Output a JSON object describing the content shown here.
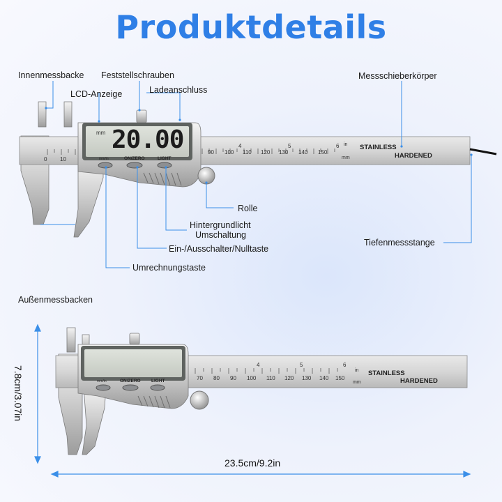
{
  "title": "Produktdetails",
  "labels": {
    "inner_jaw": "Innenmessbacke",
    "locking_screws": "Feststellschrauben",
    "lcd_display": "LCD-Anzeige",
    "charging_port": "Ladeanschluss",
    "caliper_body": "Messschieberkörper",
    "roller": "Rolle",
    "backlight_line1": "Hintergrundlicht",
    "backlight_line2": "Umschaltung",
    "depth_rod": "Tiefenmessstange",
    "on_off_zero": "Ein-/Ausschalter/Nulltaste",
    "unit_button": "Umrechnungstaste",
    "outer_jaws": "Außenmessbacken"
  },
  "device": {
    "display_value": "20.00",
    "display_unit": "mm",
    "btn_unit": "mm/in",
    "btn_onzero": "ON/ZERO",
    "btn_light": "LIGHT",
    "stainless": "STAINLESS",
    "hardened": "HARDENED",
    "inch_unit": "in",
    "mm_unit": "mm"
  },
  "dimensions": {
    "height": "7.8cm/3.07in",
    "length": "23.5cm/9.2in"
  },
  "colors": {
    "accent": "#2f7fe6",
    "leader": "#3b8fe8"
  }
}
